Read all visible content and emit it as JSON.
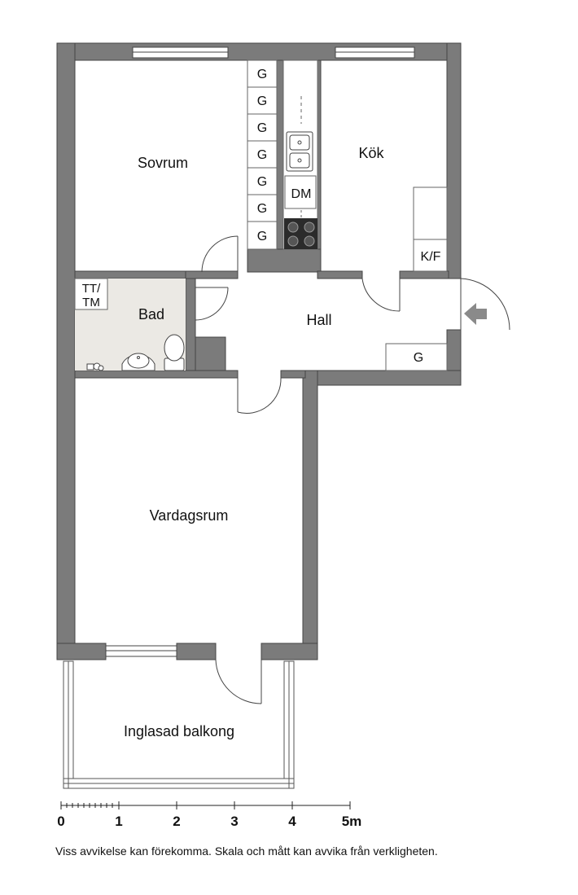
{
  "rooms": {
    "sovrum": "Sovrum",
    "kok": "Kök",
    "bad": "Bad",
    "hall": "Hall",
    "vardagsrum": "Vardagsrum",
    "balkong": "Inglasad balkong"
  },
  "fixtures": {
    "wardrobe": "G",
    "dishwasher": "DM",
    "fridge_freezer": "K/F",
    "washer_line1": "TT/",
    "washer_line2": "TM"
  },
  "scale": {
    "ticks": [
      "0",
      "1",
      "2",
      "3",
      "4",
      "5m"
    ]
  },
  "disclaimer": "Viss avvikelse kan förekomma. Skala och mått kan avvika från verkligheten.",
  "colors": {
    "wall": "#7b7b7b",
    "wall_outline": "#444444",
    "bath_floor": "#ebe9e4",
    "stove": "#2b2b2b",
    "entrance_arrow": "#8a8a8a"
  }
}
